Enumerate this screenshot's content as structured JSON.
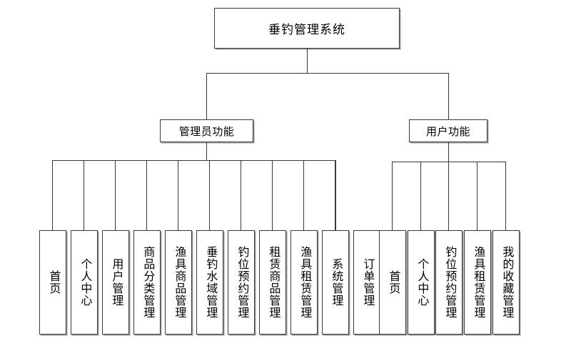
{
  "diagram": {
    "type": "organization-tree",
    "title_node": "垂钓管理系统",
    "background_color": "#ffffff",
    "line_color": "#3a3a3a",
    "shadow_color": "#9a9a9a"
  },
  "root": {
    "label": "垂钓管理系统"
  },
  "branches": [
    {
      "key": "admin",
      "label": "管理员功能",
      "leaves": [
        "首页",
        "个人中心",
        "用户管理",
        "商品分类管理",
        "渔具商品管理",
        "垂钓水域管理",
        "钓位预约管理",
        "租赁商品管理",
        "渔具租赁管理",
        "系统管理",
        "订单管理"
      ]
    },
    {
      "key": "user",
      "label": "用户功能",
      "leaves": [
        "首页",
        "个人中心",
        "钓位预约管理",
        "渔具租赁管理",
        "我的收藏管理"
      ]
    }
  ]
}
